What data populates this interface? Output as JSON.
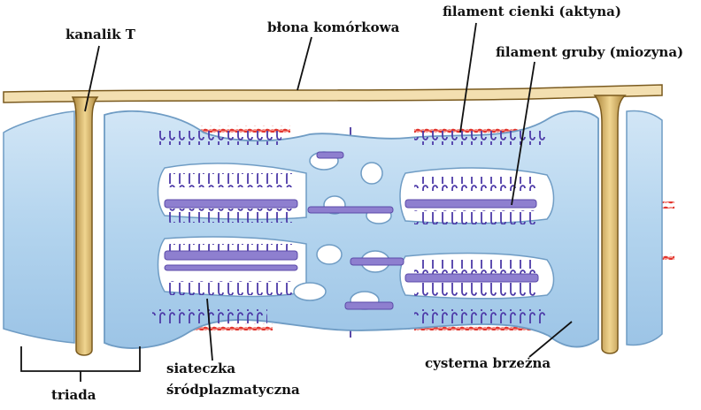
{
  "labels": {
    "t_tubule": "kanalik T",
    "cell_membrane": "błona komórkowa",
    "thin_filament": "filament cienki (aktyna)",
    "thick_filament": "filament gruby (miozyna)",
    "triad": "triada",
    "sr_line1": "siateczka",
    "sr_line2": "śródplazmatyczna",
    "terminal_cistern": "cysterna brzeżna"
  },
  "colors": {
    "membrane": "#f3dfb0",
    "membrane_stroke": "#7a5a1e",
    "t_tubule": "#d9b76e",
    "reticulum": "#b6d6ee",
    "reticulum_stroke": "#6f9cc4",
    "actin": "#e2342d",
    "myosin": "#8e7fcf",
    "myosin_heads": "#4d3aa8",
    "z_line": "#5b4aa8"
  }
}
